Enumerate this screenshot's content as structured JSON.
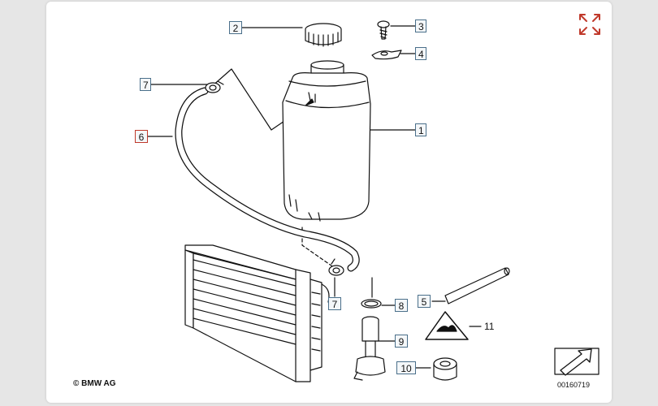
{
  "diagram": {
    "copyright": "© BMW AG",
    "drawing_code": "00160719",
    "accent_color": "#c0392b",
    "callout_border_color": "#4a6f8a",
    "parts": [
      {
        "id": "1",
        "label": "1"
      },
      {
        "id": "2",
        "label": "2"
      },
      {
        "id": "3",
        "label": "3"
      },
      {
        "id": "4",
        "label": "4"
      },
      {
        "id": "5",
        "label": "5"
      },
      {
        "id": "6",
        "label": "6",
        "active": true
      },
      {
        "id": "7a",
        "label": "7"
      },
      {
        "id": "7b",
        "label": "7"
      },
      {
        "id": "8",
        "label": "8"
      },
      {
        "id": "9",
        "label": "9"
      },
      {
        "id": "10",
        "label": "10"
      },
      {
        "id": "11",
        "label": "11"
      }
    ],
    "icons": {
      "expand": "expand-icon",
      "next": "next-arrow-icon"
    }
  }
}
